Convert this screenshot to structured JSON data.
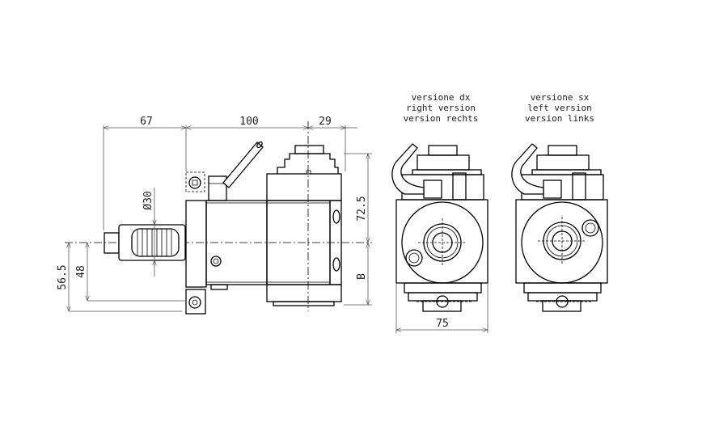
{
  "side_view": {
    "dimensions": {
      "d67": "67",
      "d100": "100",
      "d29": "29",
      "d72_5": "72.5",
      "dB": "B",
      "d56_5": "56.5",
      "d48": "48",
      "d30": "Ø30"
    }
  },
  "right_version": {
    "label_it": "versione dx",
    "label_en": "right version",
    "label_de": "version rechts",
    "width_dim": "75"
  },
  "left_version": {
    "label_it": "versione sx",
    "label_en": "left version",
    "label_de": "version links"
  }
}
